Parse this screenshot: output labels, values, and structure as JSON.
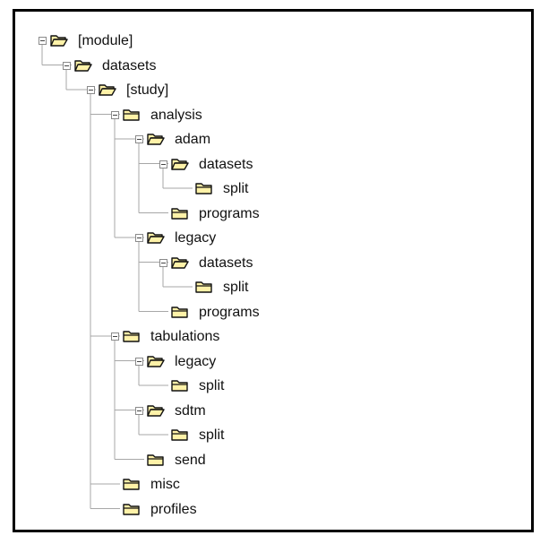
{
  "tree": {
    "items": [
      {
        "label": "[module]",
        "depth": 0,
        "expanded": true,
        "has_toggle": true
      },
      {
        "label": "datasets",
        "depth": 1,
        "expanded": true,
        "has_toggle": true
      },
      {
        "label": "[study]",
        "depth": 2,
        "expanded": true,
        "has_toggle": true
      },
      {
        "label": "analysis",
        "depth": 3,
        "expanded": false,
        "has_toggle": true
      },
      {
        "label": "adam",
        "depth": 4,
        "expanded": true,
        "has_toggle": true
      },
      {
        "label": "datasets",
        "depth": 5,
        "expanded": true,
        "has_toggle": true
      },
      {
        "label": "split",
        "depth": 6,
        "expanded": false,
        "has_toggle": false
      },
      {
        "label": "programs",
        "depth": 5,
        "expanded": false,
        "has_toggle": false
      },
      {
        "label": "legacy",
        "depth": 4,
        "expanded": true,
        "has_toggle": true
      },
      {
        "label": "datasets",
        "depth": 5,
        "expanded": true,
        "has_toggle": true
      },
      {
        "label": "split",
        "depth": 6,
        "expanded": false,
        "has_toggle": false
      },
      {
        "label": "programs",
        "depth": 5,
        "expanded": false,
        "has_toggle": false
      },
      {
        "label": "tabulations",
        "depth": 3,
        "expanded": false,
        "has_toggle": true
      },
      {
        "label": "legacy",
        "depth": 4,
        "expanded": true,
        "has_toggle": true
      },
      {
        "label": "split",
        "depth": 5,
        "expanded": false,
        "has_toggle": false
      },
      {
        "label": "sdtm",
        "depth": 4,
        "expanded": true,
        "has_toggle": true
      },
      {
        "label": "split",
        "depth": 5,
        "expanded": false,
        "has_toggle": false
      },
      {
        "label": "send",
        "depth": 4,
        "expanded": false,
        "has_toggle": false
      },
      {
        "label": "misc",
        "depth": 3,
        "expanded": false,
        "has_toggle": false
      },
      {
        "label": "profiles",
        "depth": 3,
        "expanded": false,
        "has_toggle": false
      }
    ]
  },
  "colors": {
    "connector": "#a7a7a7",
    "folder_fill": "#fff2a8",
    "folder_stroke": "#111111",
    "text": "#111111",
    "border": "#000000"
  }
}
